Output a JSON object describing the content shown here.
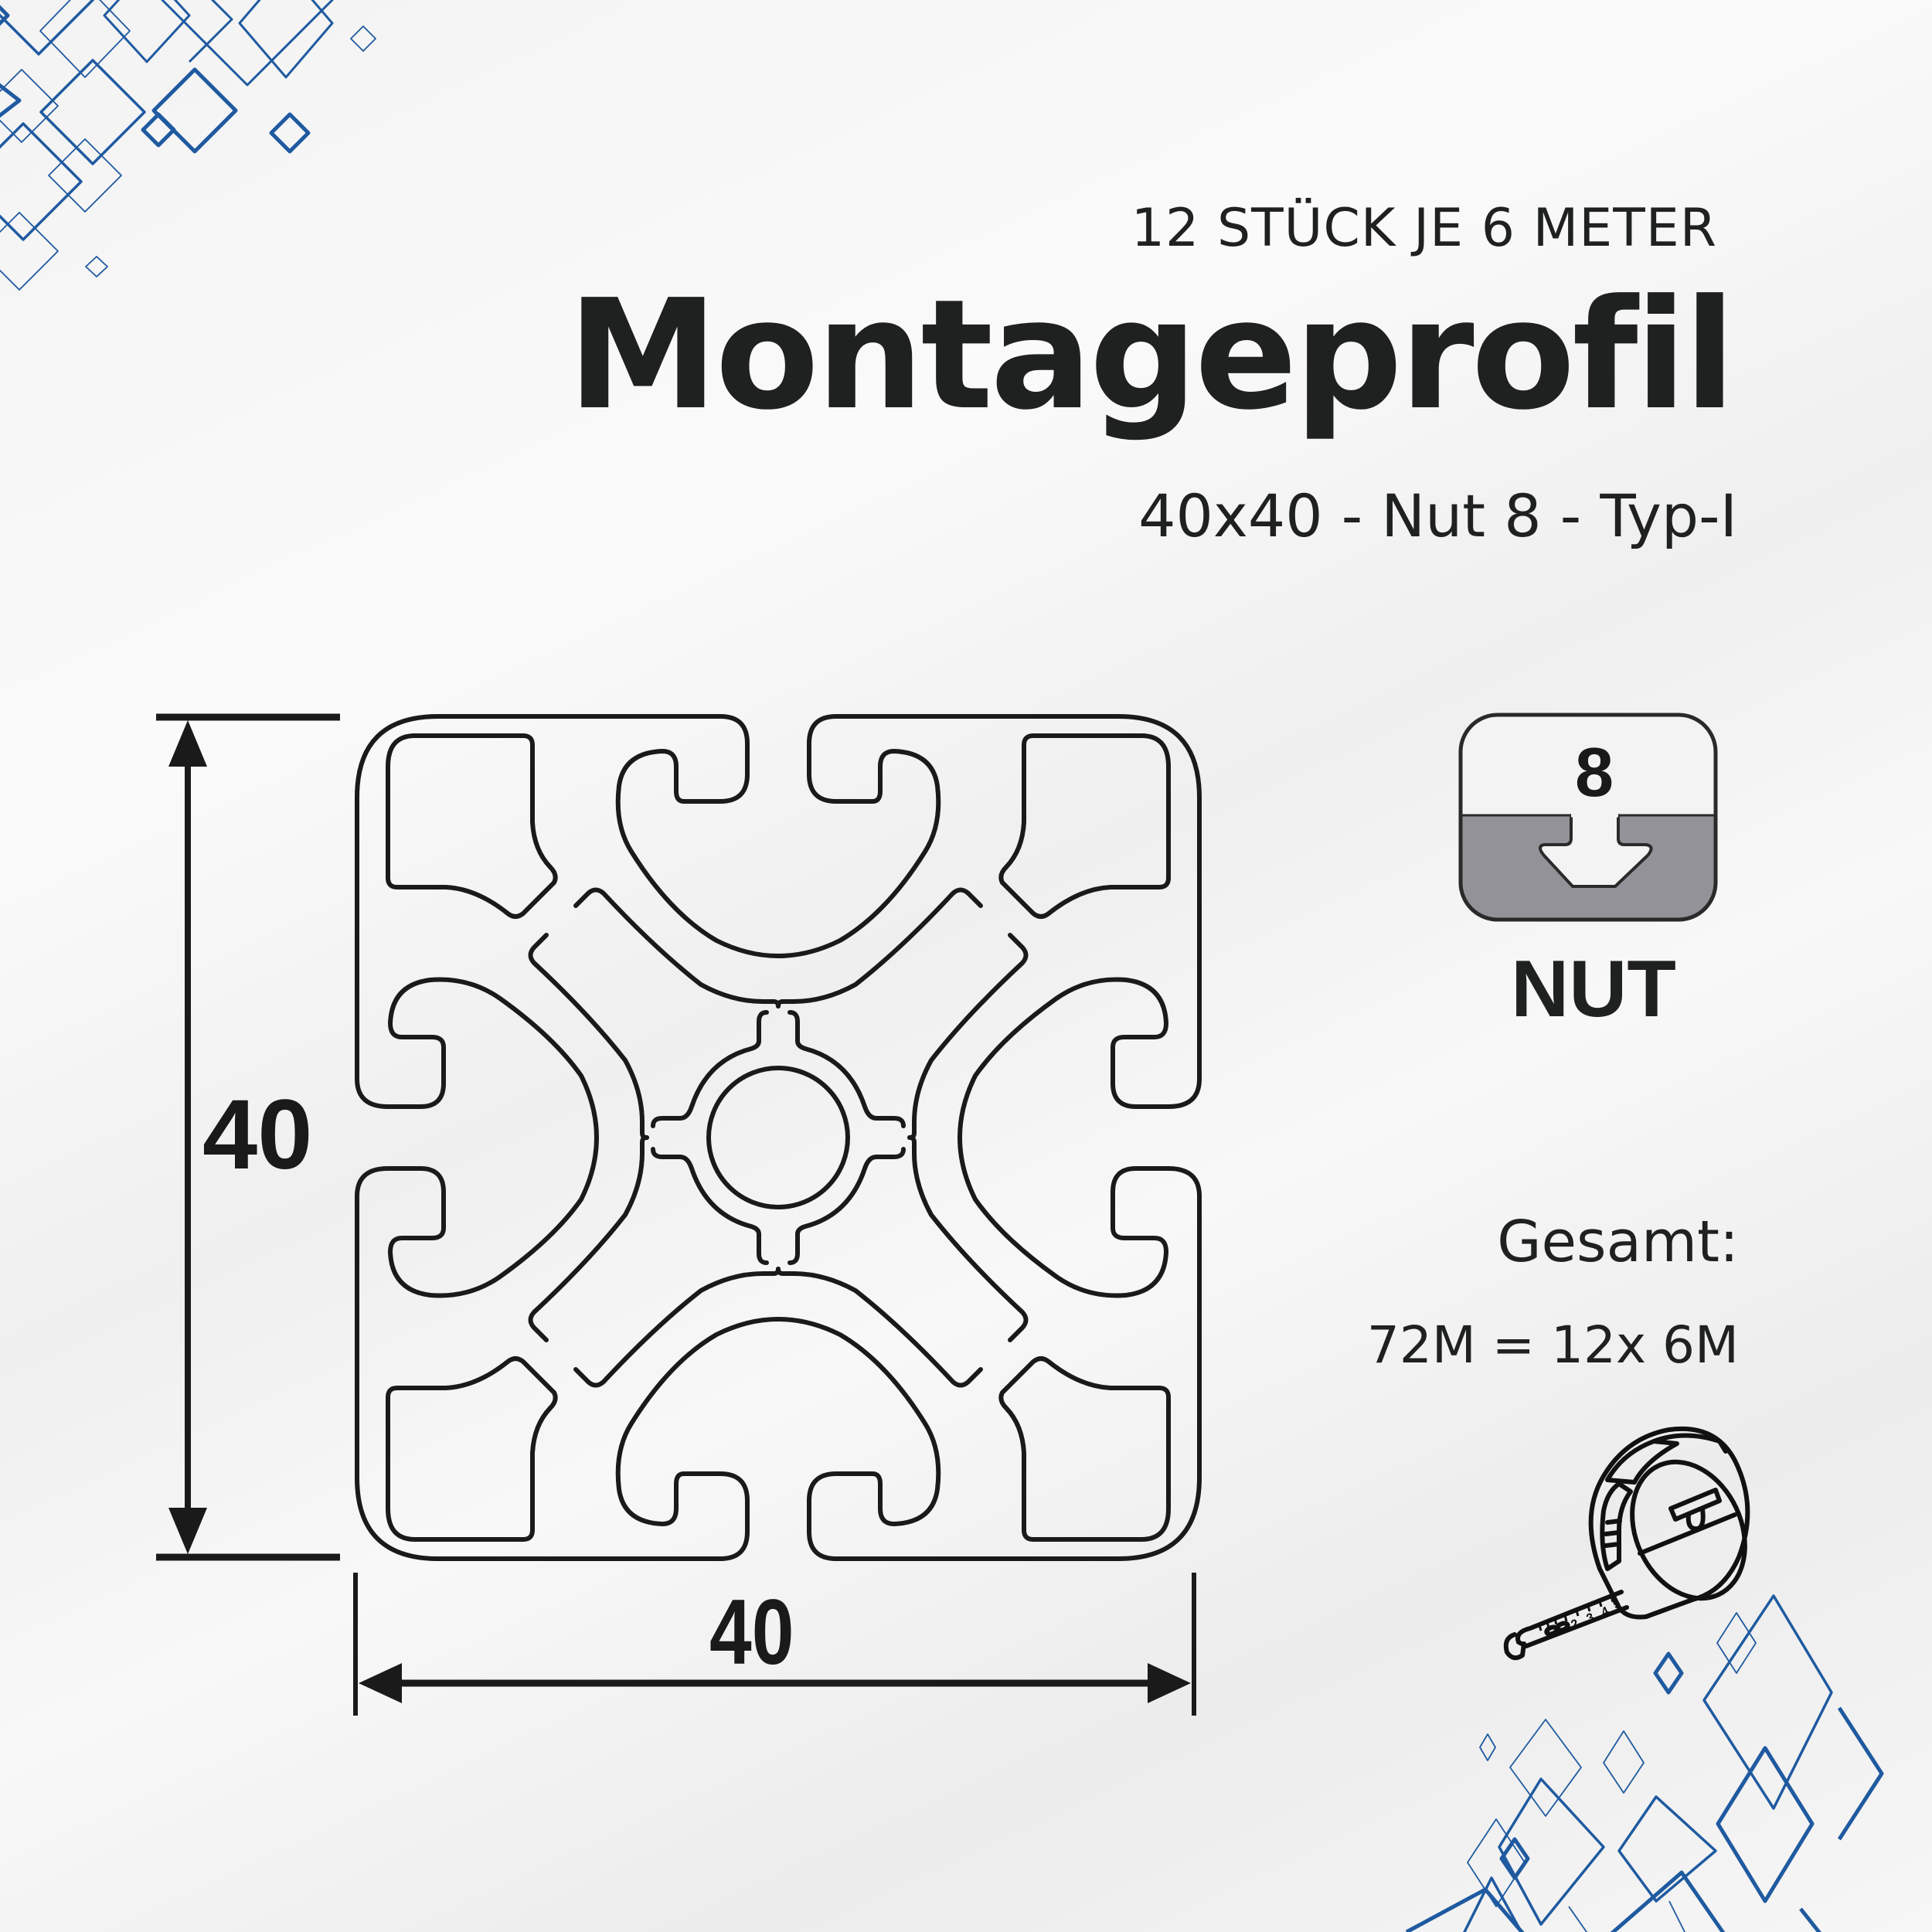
{
  "header": {
    "quantity_line": "12 STÜCK JE 6 METER",
    "title": "Montageprofil",
    "spec_line": "40x40 - Nut 8 - Typ-I"
  },
  "drawing": {
    "type": "aluminium profile cross-section",
    "height_label": "40",
    "width_label": "40",
    "line_color": "#1a1a1a"
  },
  "nut_badge": {
    "number": "8",
    "label": "NUT",
    "fill_color": "#929298",
    "border_color": "#2a2a2a"
  },
  "total": {
    "label": "Gesamt:",
    "value": "72M = 12x 6M",
    "icon": "tape-measure-icon"
  },
  "decoration": {
    "accent_color": "#1f5aa0",
    "shape": "rounded-diamond-outlines"
  }
}
